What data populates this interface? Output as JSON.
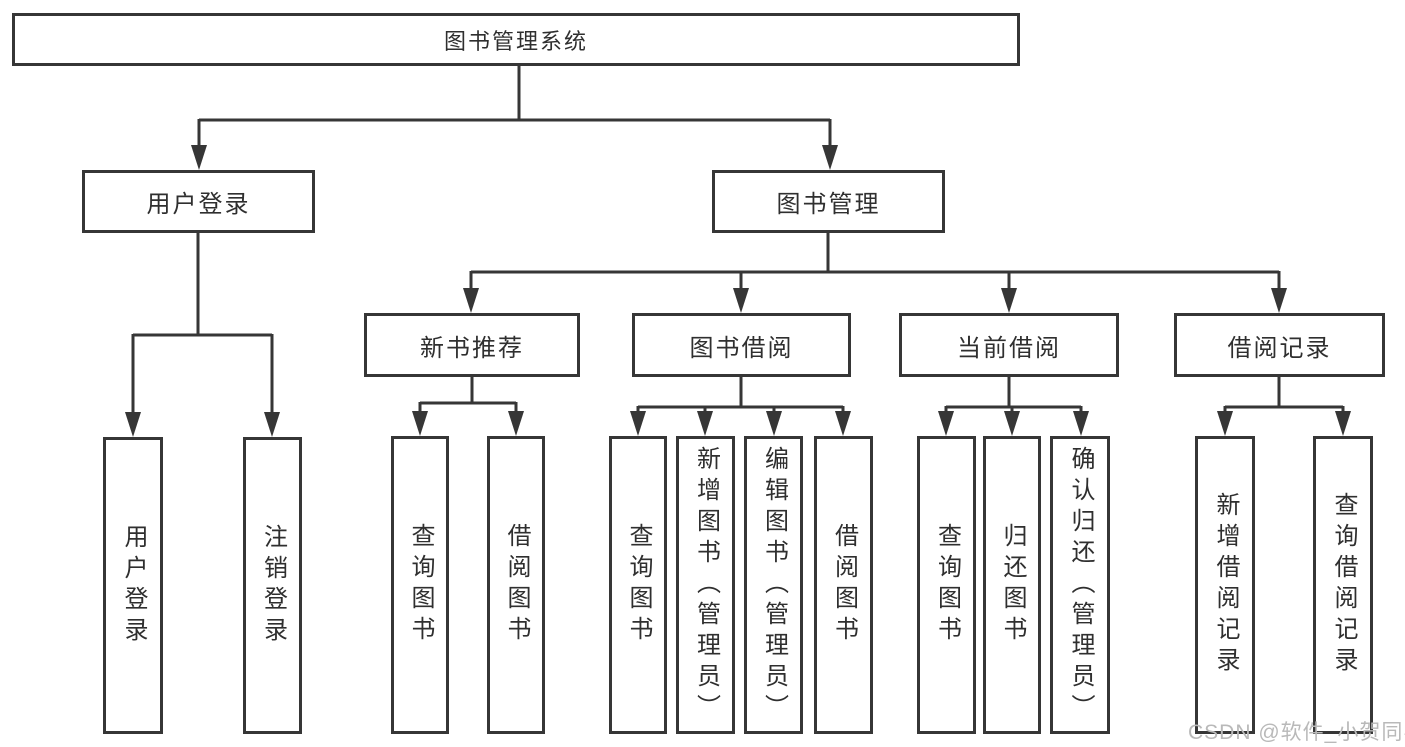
{
  "diagram_title": "图书管理系统",
  "tree": {
    "root": {
      "label": "图书管理系统"
    },
    "branches": [
      {
        "label": "用户登录",
        "children": [
          {
            "label": "用户登录"
          },
          {
            "label": "注销登录"
          }
        ]
      },
      {
        "label": "图书管理",
        "children": [
          {
            "label": "新书推荐",
            "children": [
              {
                "label": "查询图书"
              },
              {
                "label": "借阅图书"
              }
            ]
          },
          {
            "label": "图书借阅",
            "children": [
              {
                "label": "查询图书"
              },
              {
                "label": "新增图书（管理员）"
              },
              {
                "label": "编辑图书（管理员）"
              },
              {
                "label": "借阅图书"
              }
            ]
          },
          {
            "label": "当前借阅",
            "children": [
              {
                "label": "查询图书"
              },
              {
                "label": "归还图书"
              },
              {
                "label": "确认归还（管理员）"
              }
            ]
          },
          {
            "label": "借阅记录",
            "children": [
              {
                "label": "新增借阅记录"
              },
              {
                "label": "查询借阅记录"
              }
            ]
          }
        ]
      }
    ]
  },
  "watermark": "CSDN @软件_小贺同学",
  "colors": {
    "line": "#363636",
    "text": "#2f2f2f",
    "watermark": "#b9b9b9",
    "background": "#ffffff"
  }
}
